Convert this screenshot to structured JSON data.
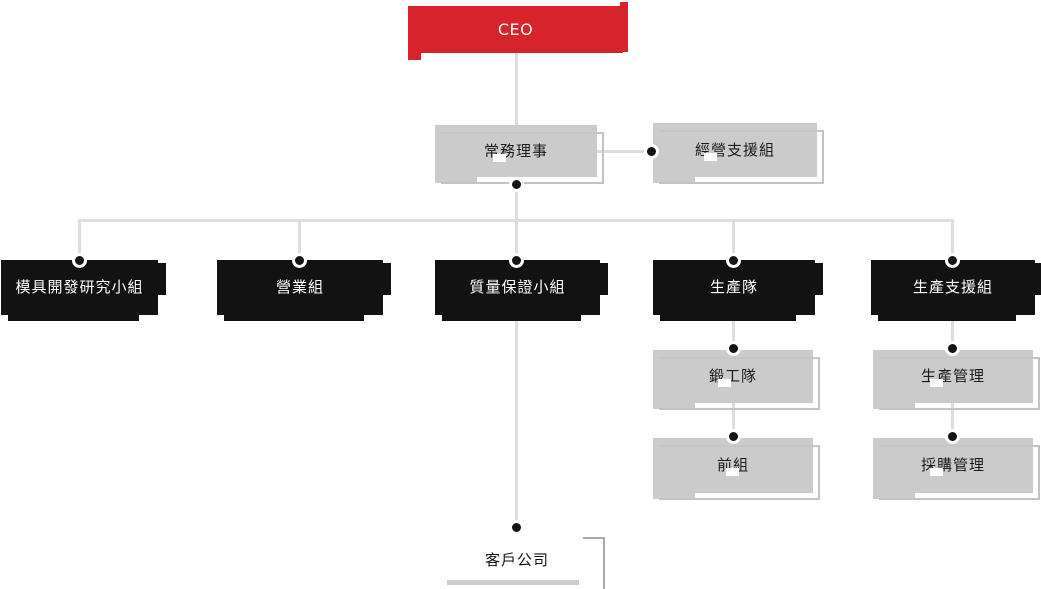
{
  "diagram": {
    "type": "org-chart",
    "colors": {
      "ceo_box": "#d7232b",
      "department_box": "#121212",
      "team_box": "#cbcbcb",
      "customer_box": "#ffffff",
      "connector_line": "#dedede",
      "connector_dot": "#141414",
      "text_on_dark": "#ffffff",
      "text_on_light": "#1b1b1b"
    },
    "nodes": {
      "ceo": "CEO",
      "managing_director": "常務理事",
      "management_support": "經營支援組",
      "mold_development": "模具開發研究小組",
      "sales": "營業組",
      "quality_assurance": "質量保證小組",
      "production_team": "生產隊",
      "production_support": "生產支援組",
      "forging_team": "鍛工隊",
      "front_group": "前組",
      "production_management": "生產管理",
      "purchasing_management": "採購管理",
      "customer_company": "客戶公司"
    },
    "edges": [
      [
        "ceo",
        "managing_director"
      ],
      [
        "managing_director",
        "management_support"
      ],
      [
        "managing_director",
        "mold_development"
      ],
      [
        "managing_director",
        "sales"
      ],
      [
        "managing_director",
        "quality_assurance"
      ],
      [
        "managing_director",
        "production_team"
      ],
      [
        "managing_director",
        "production_support"
      ],
      [
        "quality_assurance",
        "customer_company"
      ],
      [
        "production_team",
        "forging_team"
      ],
      [
        "forging_team",
        "front_group"
      ],
      [
        "production_support",
        "production_management"
      ],
      [
        "production_management",
        "purchasing_management"
      ]
    ]
  }
}
